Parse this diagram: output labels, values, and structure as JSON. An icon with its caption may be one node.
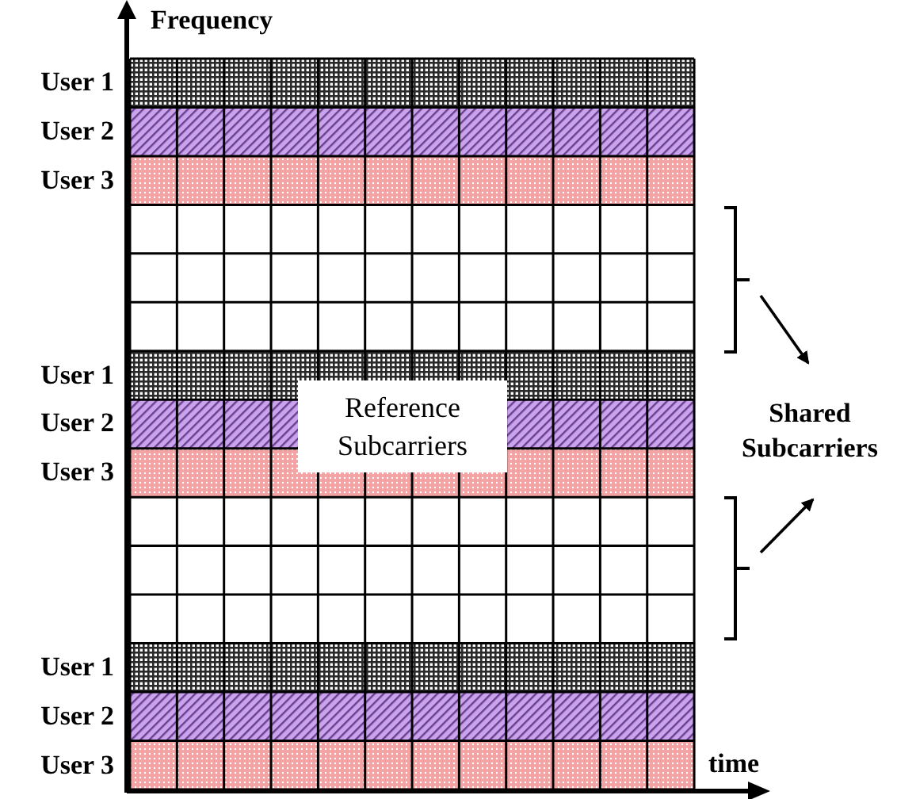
{
  "diagram": {
    "nodes": [
      {
        "text": [
          "Reference Subcarriers"
        ]
      },
      {
        "text": [],
        "shape": "bracket"
      },
      {
        "text": [],
        "shape": "bracket"
      },
      {
        "text": [
          "Shared Subcarriers"
        ]
      }
    ],
    "edges": [
      {
        "from": 1,
        "to": 3,
        "arrow": "to"
      },
      {
        "from": 2,
        "to": 3,
        "arrow": "to"
      }
    ],
    "labels": [
      "Frequency",
      "User 1",
      "User 2",
      "User 3",
      "User 1",
      "User 2",
      "User 3",
      "User 1",
      "User 2",
      "User 3",
      "time"
    ]
  }
}
